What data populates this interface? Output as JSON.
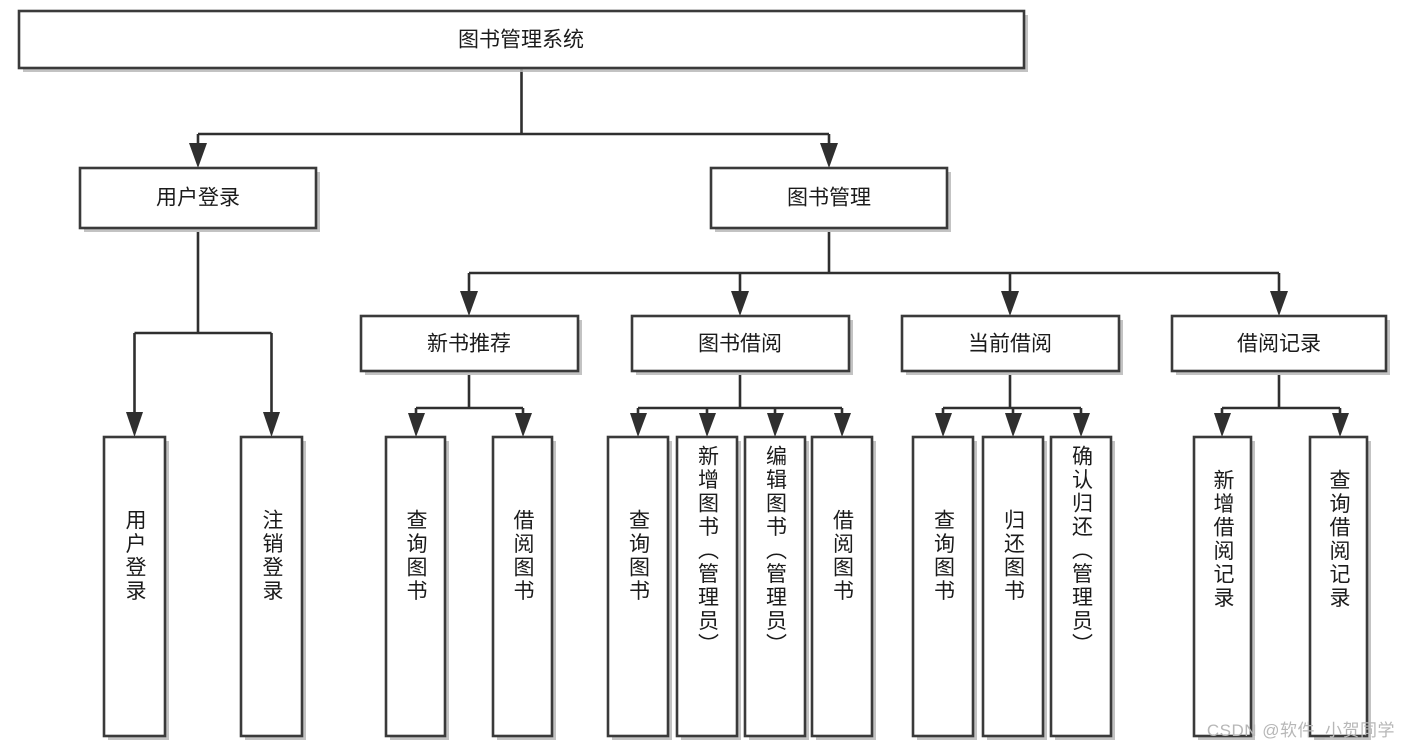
{
  "diagram": {
    "title": "图书管理系统",
    "type": "tree-hierarchy",
    "watermark": "CSDN @软件_小贺同学",
    "colors": {
      "background": "#ffffff",
      "box_fill": "#ffffff",
      "box_stroke": "#3a3a3a",
      "connector": "#2f2f2f",
      "text": "#1b1b1b",
      "watermark": "#b7b7b7"
    },
    "root": {
      "label": "图书管理系统"
    },
    "level2": [
      {
        "label": "用户登录"
      },
      {
        "label": "图书管理"
      }
    ],
    "level3": [
      {
        "label": "新书推荐"
      },
      {
        "label": "图书借阅"
      },
      {
        "label": "当前借阅"
      },
      {
        "label": "借阅记录"
      }
    ],
    "leaves": {
      "user_login": [
        {
          "label": "用户登录"
        },
        {
          "label": "注销登录"
        }
      ],
      "new_book_recommend": [
        {
          "label": "查询图书"
        },
        {
          "label": "借阅图书"
        }
      ],
      "book_borrow": [
        {
          "label": "查询图书"
        },
        {
          "label": "新增图书（管理员）"
        },
        {
          "label": "编辑图书（管理员）"
        },
        {
          "label": "借阅图书"
        }
      ],
      "current_borrow": [
        {
          "label": "查询图书"
        },
        {
          "label": "归还图书"
        },
        {
          "label": "确认归还（管理员）"
        }
      ],
      "borrow_record": [
        {
          "label": "新增借阅记录"
        },
        {
          "label": "查询借阅记录"
        }
      ]
    }
  }
}
